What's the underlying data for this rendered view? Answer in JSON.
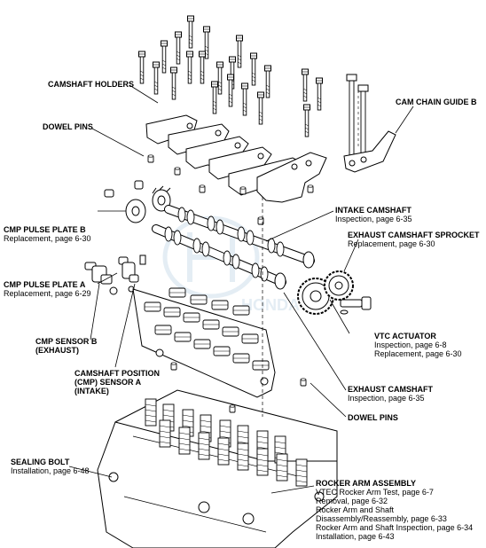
{
  "colors": {
    "ink": "#000000",
    "watermark": "#cfe0ec",
    "paper": "#ffffff"
  },
  "labels": {
    "camshaft_holders": {
      "title": "CAMSHAFT HOLDERS"
    },
    "dowel_pins_top": {
      "title": "DOWEL PINS"
    },
    "cam_chain_guide_b": {
      "title": "CAM CHAIN GUIDE B"
    },
    "cmp_pulse_plate_b": {
      "title": "CMP PULSE PLATE B",
      "sub": "Replacement, page 6-30"
    },
    "intake_camshaft": {
      "title": "INTAKE CAMSHAFT",
      "sub": "Inspection, page 6-35"
    },
    "exhaust_camshaft_sprocket": {
      "title": "EXHAUST CAMSHAFT SPROCKET",
      "sub": "Replacement, page 6-30"
    },
    "cmp_pulse_plate_a": {
      "title": "CMP PULSE PLATE A",
      "sub": "Replacement, page 6-29"
    },
    "vtc_actuator": {
      "title": "VTC ACTUATOR",
      "lines": [
        "Inspection, page 6-8",
        "Replacement, page 6-30"
      ]
    },
    "cmp_sensor_b": {
      "lines": [
        "CMP SENSOR B",
        "(EXHAUST)"
      ]
    },
    "camshaft_position_sensor_a": {
      "lines": [
        "CAMSHAFT POSITION",
        "(CMP) SENSOR A",
        "(INTAKE)"
      ]
    },
    "exhaust_camshaft": {
      "title": "EXHAUST CAMSHAFT",
      "sub": "Inspection, page 6-35"
    },
    "dowel_pins_bottom": {
      "title": "DOWEL PINS"
    },
    "sealing_bolt": {
      "title": "SEALING BOLT",
      "sub": "Installation, page 6-48"
    },
    "rocker_arm_assembly": {
      "title": "ROCKER ARM ASSEMBLY",
      "lines": [
        "VTEC Rocker Arm Test, page 6-7",
        "Removal, page 6-32",
        "Rocker Arm and Shaft",
        "Disassembly/Reassembly, page 6-33",
        "Rocker Arm and Shaft Inspection, page 6-34",
        "Installation, page 6-43"
      ]
    }
  }
}
